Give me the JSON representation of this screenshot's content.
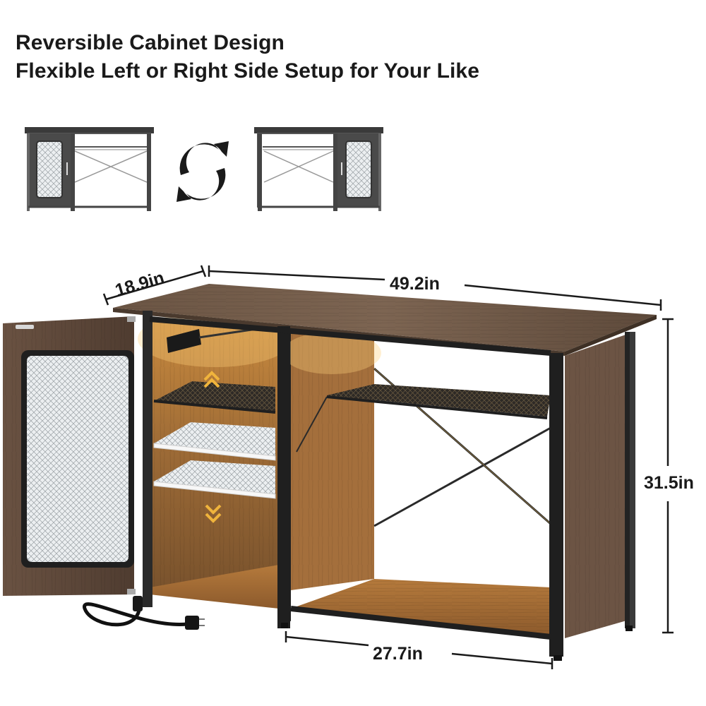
{
  "headline": {
    "line1": "Reversible Cabinet Design",
    "line2": "Flexible Left or Right Side Setup for Your Like"
  },
  "icons": {
    "left_config": "cabinet-left-config-icon",
    "swap": "swap-arrows-icon",
    "right_config": "cabinet-right-config-icon"
  },
  "dimensions": {
    "depth": "18.9in",
    "width": "49.2in",
    "height": "31.5in",
    "open_width": "27.7in"
  },
  "colors": {
    "wood_dark": "#5a4636",
    "wood_light": "#9a6b3e",
    "frame": "#2a2a2a",
    "text": "#1a1a1a"
  }
}
